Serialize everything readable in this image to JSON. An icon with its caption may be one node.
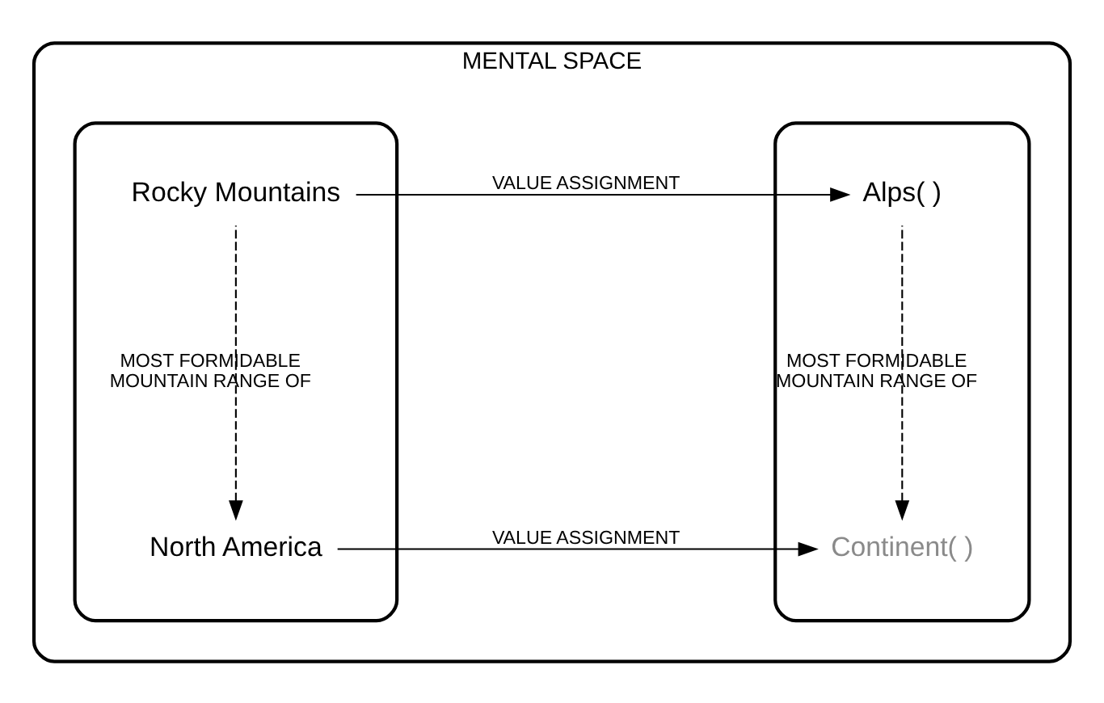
{
  "diagram": {
    "nodes": [
      {
        "text": [
          "MENTAL SPACE"
        ]
      },
      {
        "text": [],
        "shape": "box",
        "in": 0
      },
      {
        "text": [],
        "shape": "box",
        "in": 0
      },
      {
        "text": [
          "Rocky Mountains"
        ],
        "in": 1
      },
      {
        "text": [
          "North America"
        ],
        "in": 1
      },
      {
        "text": [
          "Alps( )"
        ],
        "in": 2
      },
      {
        "text": [
          "Continent( )"
        ],
        "in": 2
      }
    ],
    "edges": [
      {
        "from": 3,
        "to": 5,
        "arrow": "to",
        "label": "VALUE ASSIGNMENT"
      },
      {
        "from": 3,
        "to": 4,
        "arrow": "to",
        "label": "MOST FORMIDABLE MOUNTAIN RANGE OF",
        "style": "dashed"
      },
      {
        "from": 5,
        "to": 6,
        "arrow": "to",
        "label": "MOST FORMIDABLE MOUNTAIN RANGE OF",
        "style": "dashed"
      },
      {
        "from": 4,
        "to": 6,
        "arrow": "to",
        "label": "VALUE ASSIGNMENT"
      }
    ]
  }
}
